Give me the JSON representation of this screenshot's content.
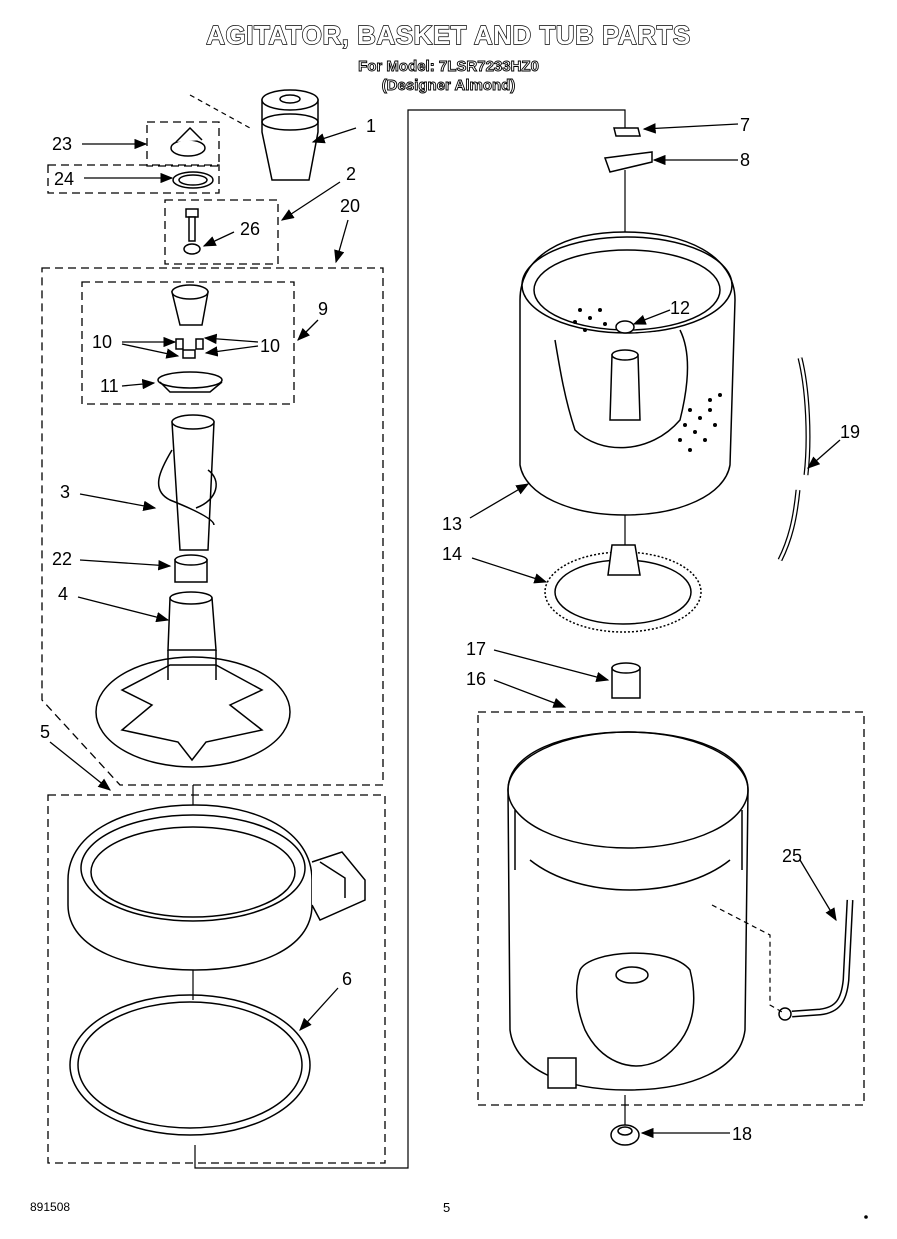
{
  "header": {
    "title": "AGITATOR, BASKET AND TUB PARTS",
    "model_line": "For Model: 7LSR7233HZ0",
    "color_line": "(Designer Almond)"
  },
  "callouts": {
    "c1": "1",
    "c2": "2",
    "c3": "3",
    "c4": "4",
    "c5": "5",
    "c6": "6",
    "c7": "7",
    "c8": "8",
    "c9": "9",
    "c10a": "10",
    "c10b": "10",
    "c11": "11",
    "c12": "12",
    "c13": "13",
    "c14": "14",
    "c16": "16",
    "c17": "17",
    "c18": "18",
    "c19": "19",
    "c20": "20",
    "c22": "22",
    "c23": "23",
    "c24": "24",
    "c25": "25",
    "c26": "26"
  },
  "footer": {
    "doc_number": "891508",
    "page_number": "5"
  }
}
